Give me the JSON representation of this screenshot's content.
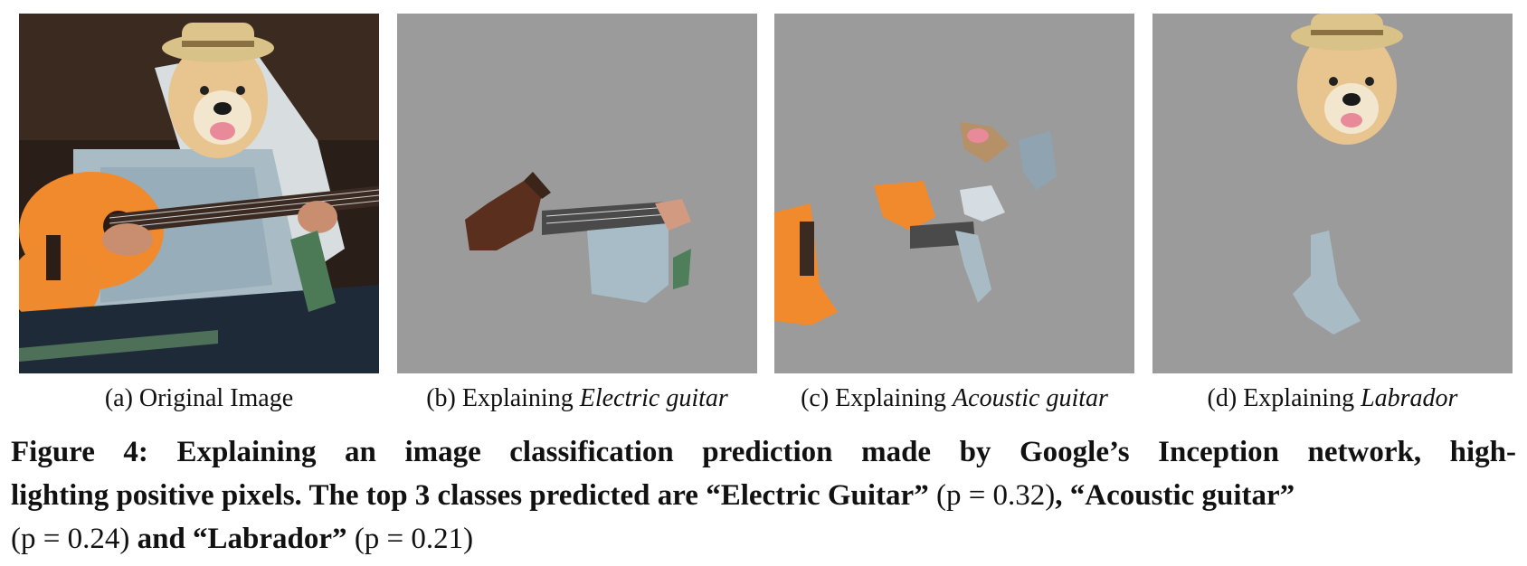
{
  "panels": [
    {
      "caption_prefix": "(a) Original Image",
      "caption_class": ""
    },
    {
      "caption_prefix": "(b) Explaining ",
      "caption_class": "Electric guitar"
    },
    {
      "caption_prefix": "(c) Explaining ",
      "caption_class": "Acoustic guitar"
    },
    {
      "caption_prefix": "(d) Explaining ",
      "caption_class": "Labrador"
    }
  ],
  "figure_caption": {
    "line1": "Figure 4: Explaining an image classification prediction made by Google’s Inception network, high-",
    "line2_a": "lighting positive pixels. The top 3 classes predicted are “Electric Guitar” ",
    "p1": "(p = 0.32)",
    "line2_b": ", “Acoustic guitar”",
    "p2": "(p = 0.24)",
    "line3_a": " and “Labrador” ",
    "p3": "(p = 0.21)"
  },
  "colors": {
    "mask_gray": "#9b9b9b",
    "guitar_orange": "#f08a2c",
    "shirt_blue": "#9fb3bf",
    "dog_fur": "#e6c08e",
    "hat_straw": "#dcc48a"
  }
}
